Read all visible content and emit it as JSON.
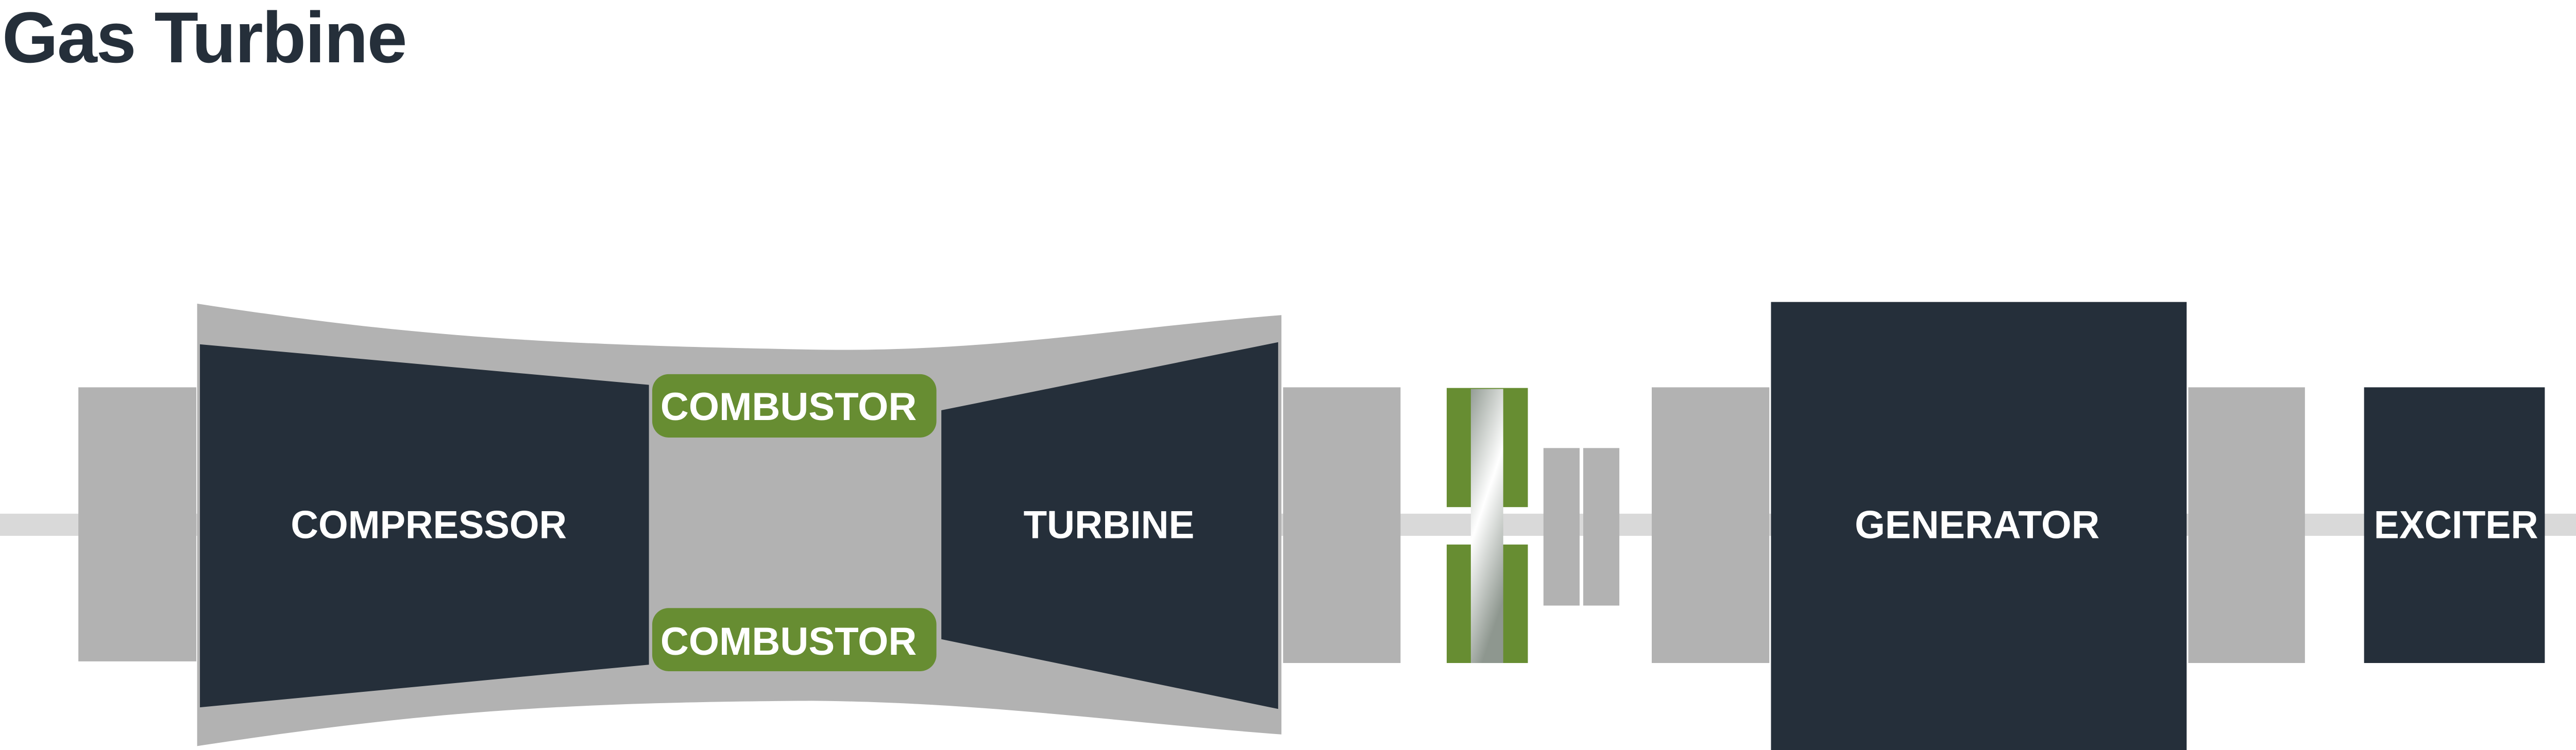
{
  "title": "Gas Turbine",
  "colors": {
    "dark": "#252f3a",
    "casing": "#b2b2b2",
    "shaft": "#d9d9d9",
    "green": "#678d32",
    "text": "#ffffff"
  },
  "components": {
    "compressor": "COMPRESSOR",
    "combustor_top": "COMBUSTOR",
    "combustor_bottom": "COMBUSTOR",
    "turbine": "TURBINE",
    "generator": "GENERATOR",
    "exciter": "EXCITER"
  }
}
